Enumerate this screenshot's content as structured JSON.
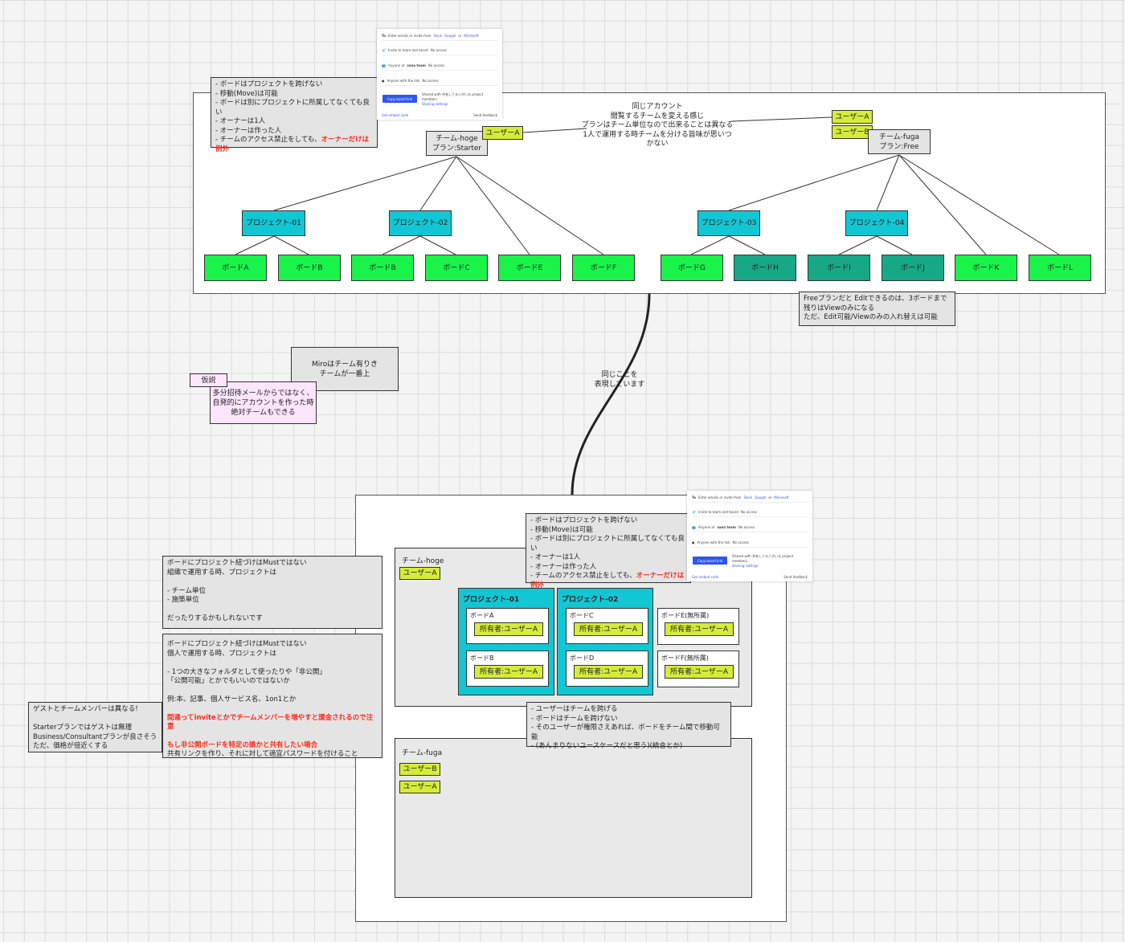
{
  "top": {
    "note": {
      "l1": "- ボードはプロジェクトを跨げない",
      "l2": "- 移動(Move)は可能",
      "l3": "- ボードは別にプロジェクトに所属してなくても良い",
      "l4": "- オーナーは1人",
      "l5": "- オーナーは作った人",
      "l6a": "- チームのアクセス禁止をしても、",
      "l6b": "オーナーだけは例外"
    },
    "team_hoge": "チーム-hoge\nプラン:Starter",
    "team_fuga": "チーム-fuga\nプラン:Free",
    "user_a": "ユーザーA",
    "user_b": "ユーザーB",
    "center_text": "同じアカウント\n閲覧するチームを変える感じ\nプランはチーム単位なので出来ることは異なる\n1人で運用する時チームを分ける旨味が思いつ\nかない",
    "projects": [
      "プロジェクト-01",
      "プロジェクト-02",
      "プロジェクト-03",
      "プロジェクト-04"
    ],
    "boards": [
      "ボードA",
      "ボードB",
      "ボードB",
      "ボードC",
      "ボードE",
      "ボードF",
      "ボードG",
      "ボードH",
      "ボードI",
      "ボードJ",
      "ボードK",
      "ボードL"
    ],
    "free_note": "Freeプランだと Editできるのは、3ボードまで\n残りはViewのみになる\nただ、Edit可能/Viewのみの入れ替えは可能"
  },
  "panel": {
    "to": "To",
    "to_hint": "Enter emails or invite from",
    "slack": "Slack",
    "google": "Google",
    "or": "or",
    "microsoft": "Microsoft",
    "invite": "Invite to team and board",
    "no_access": "No access",
    "anyone_team": "Anyone at",
    "team_name": "sana team",
    "anyone_link": "Anyone with the link",
    "copy": "Copy board link",
    "shared": "Shared with 共有してる人がいる project members.",
    "sharing": "Sharing settings",
    "embed": "Get embed code",
    "feedback": "Send feedback"
  },
  "middle": {
    "same_text": "同じことを\n表現しています",
    "miro_note": "Miroはチーム有りき\nチームが一番上",
    "hypo_tag": "仮説",
    "hypo_text": "多分招待メールからではなく、\n自発的にアカウントを作った時\n絶対チームもできる"
  },
  "left_notes": {
    "org": "ボードにプロジェクト紐づけはMustではない\n組織で運用する時、プロジェクトは\n\n- チーム単位\n- 施策単位\n\nだったりするかもしれないです",
    "personal": "ボードにプロジェクト紐づけはMustではない\n個人で運用する時、プロジェクトは\n\n- 1つの大きなフォルダとして使ったりや「非公開」\n「公開可能」とかでもいいのではないか\n\n例:本、記事、個人サービス名、1on1とか",
    "warn1": "間違ってinviteとかでチームメンバーを増やすと課金されるので注意",
    "warn2": "もし非公開ボードを特定の誰かと共有したい場合",
    "last": "共有リンクを作り、それに対して適宜パスワードを付けること",
    "guest": "ゲストとチームメンバーは異なる!\n\nStarterプランではゲストは無理\nBusiness/Consultantプランが良さそう\nただ、価格が倍近くする"
  },
  "bottom": {
    "team_hoge": "チーム-hoge",
    "team_fuga": "チーム-fuga",
    "user_a": "ユーザーA",
    "user_b": "ユーザーB",
    "proj1": "プロジェクト-01",
    "proj2": "プロジェクト-02",
    "boardA": "ボードA",
    "boardB": "ボードB",
    "boardC": "ボードC",
    "boardD": "ボードD",
    "boardE": "ボードE(無所属)",
    "boardF": "ボードF(無所属)",
    "owner": "所有者:ユーザーA",
    "team_note": "- ユーザーはチームを跨げる\n- ボードはチームを跨げない\n- そのユーザーが権限さえあれば、ボードをチーム間で移動可能\n    - (あんまりないユースケースだと思う)(統合とか)"
  },
  "colors": {
    "cyan": "#12c7d4",
    "green": "#19f34a",
    "teal": "#17a886",
    "lime": "#d6ec3a",
    "red": "#ff2a1a",
    "pink": "#fde6fb"
  }
}
